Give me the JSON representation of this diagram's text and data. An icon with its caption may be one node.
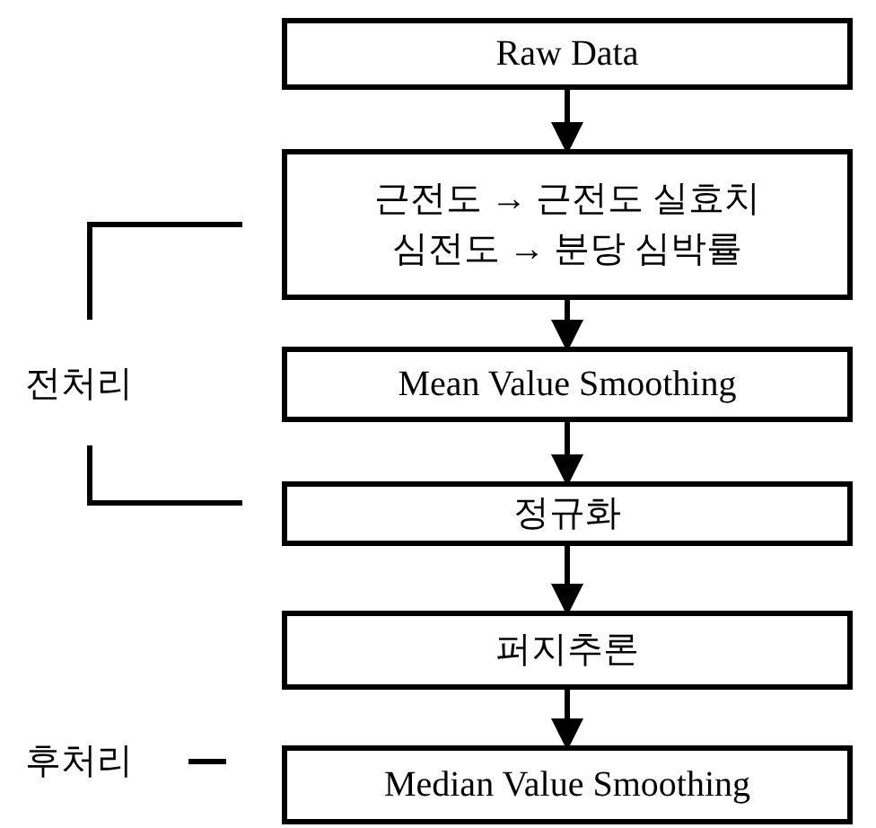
{
  "diagram": {
    "nodes": [
      {
        "text": [
          "Raw Data"
        ]
      },
      {
        "text": [
          "근전도 → 근전도 실효치",
          "심전도 → 분당 심박률"
        ]
      },
      {
        "text": [
          "Mean Value Smoothing"
        ]
      },
      {
        "text": [
          "정규화"
        ]
      },
      {
        "text": [
          "퍼지추론"
        ]
      },
      {
        "text": [
          "Median Value Smoothing"
        ]
      }
    ],
    "edges": [
      {
        "from": 0,
        "to": 1,
        "arrow": "to"
      },
      {
        "from": 1,
        "to": 2,
        "arrow": "to"
      },
      {
        "from": 2,
        "to": 3,
        "arrow": "to"
      },
      {
        "from": 3,
        "to": 4,
        "arrow": "to"
      },
      {
        "from": 4,
        "to": 5,
        "arrow": "to"
      }
    ],
    "labels": [
      "전처리",
      "후처리"
    ]
  }
}
